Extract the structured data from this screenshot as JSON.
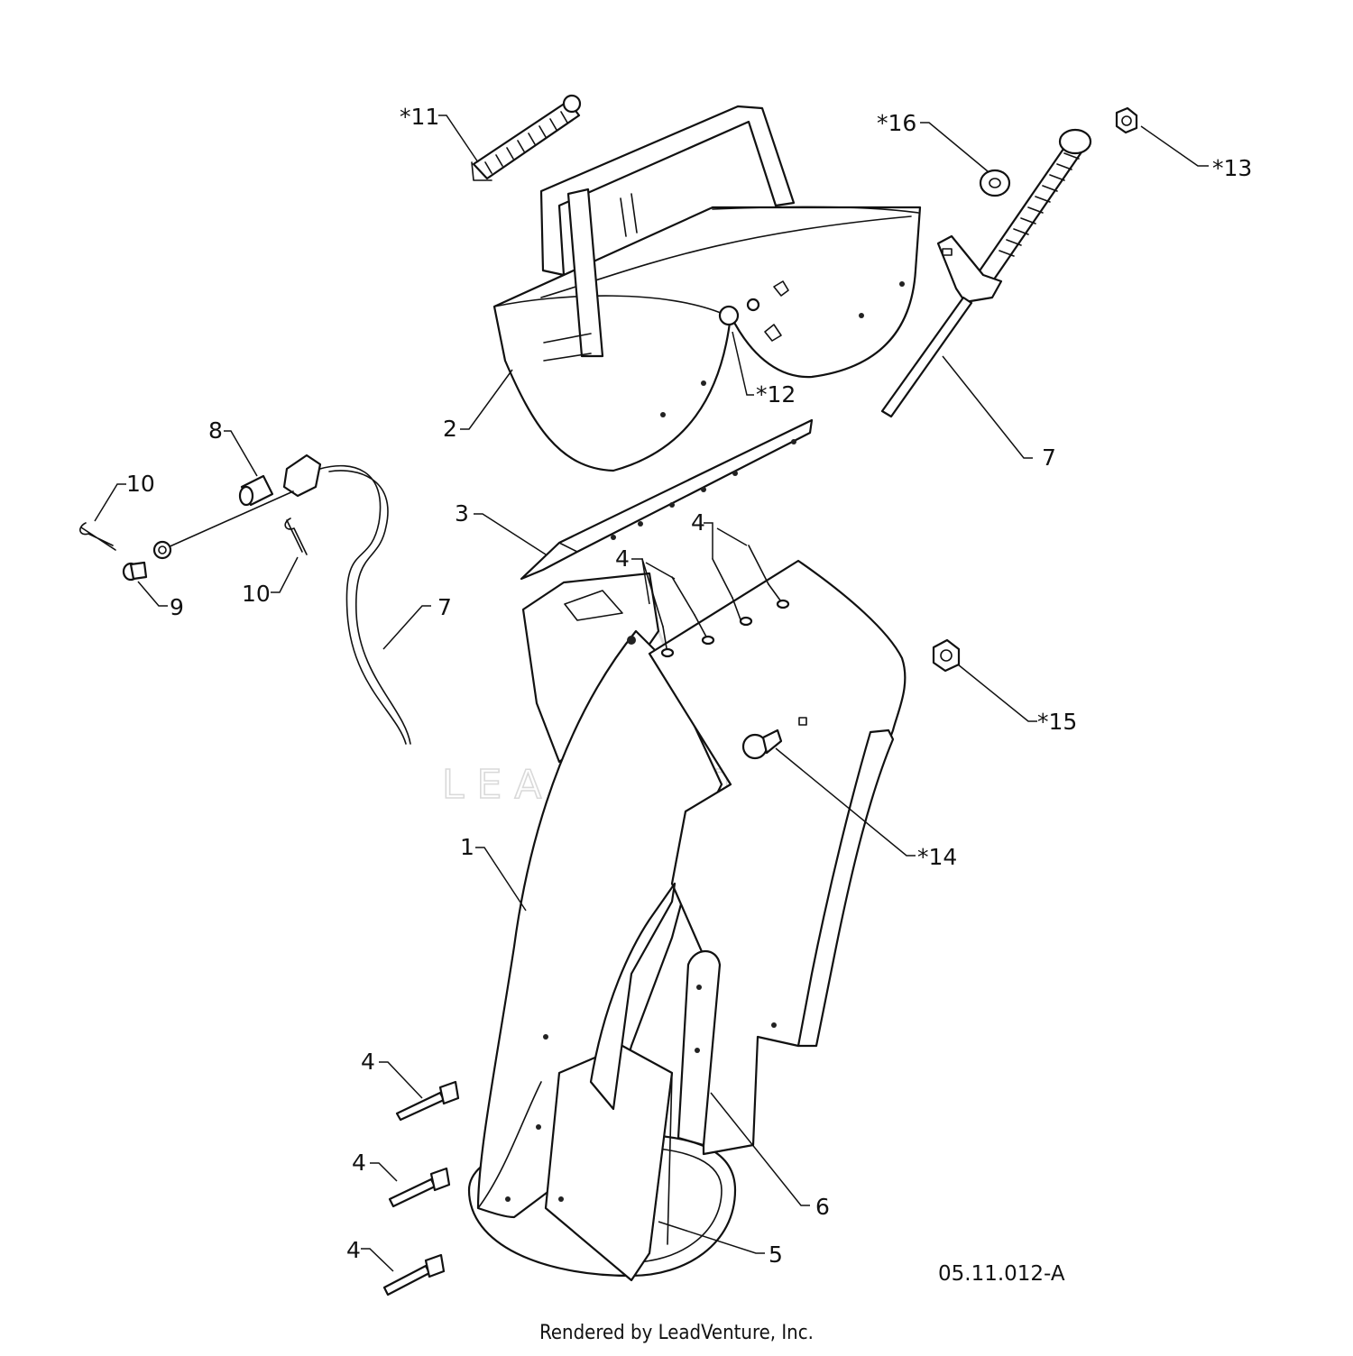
{
  "watermark": "LEADVENTURE",
  "drawing_number": "05.11.012-A",
  "footer": "Rendered by LeadVenture, Inc.",
  "callouts": {
    "c1": "1",
    "c2": "2",
    "c3": "3",
    "c4a": "4",
    "c4b": "4",
    "c4c": "4",
    "c4d": "4",
    "c4e": "4",
    "c5": "5",
    "c6": "6",
    "c7a": "7",
    "c7b": "7",
    "c8": "8",
    "c9": "9",
    "c10a": "10",
    "c10b": "10",
    "c11": "*11",
    "c12": "*12",
    "c13": "*13",
    "c14": "*14",
    "c15": "*15",
    "c16": "*16"
  }
}
